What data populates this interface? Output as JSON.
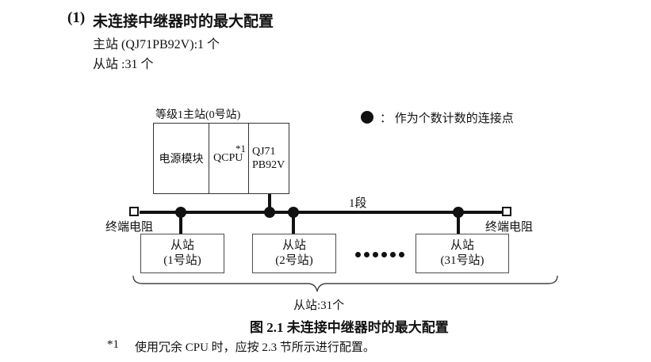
{
  "heading": {
    "number": "(1)",
    "title": "未连接中继器时的最大配置",
    "master_line": "主站 (QJ71PB92V):1 个",
    "slave_line": "从站 :31 个"
  },
  "legend": {
    "text": "：  作为个数计数的连接点"
  },
  "diagram": {
    "master_label": "等级1主站(0号站)",
    "master": {
      "power": "电源模块",
      "cpu": "QCPU",
      "cpu_note": "*1",
      "module_line1": "QJ71",
      "module_line2": "PB92V"
    },
    "segment_label": "1段",
    "left_terminator": "终端电阻",
    "right_terminator": "终端电阻",
    "slaves": [
      {
        "line1": "从站",
        "line2": "(1号站)"
      },
      {
        "line1": "从站",
        "line2": "(2号站)"
      },
      {
        "line1": "从站",
        "line2": "(31号站)"
      }
    ],
    "brace_label": "从站:31个"
  },
  "caption": "图 2.1 未连接中继器时的最大配置",
  "footnote": {
    "marker": "*1",
    "text": "使用冗余 CPU 时，应按 2.3 节所示进行配置。"
  },
  "colors": {
    "text": "#111111",
    "line": "#111111",
    "box_border": "#4d4d4d"
  }
}
